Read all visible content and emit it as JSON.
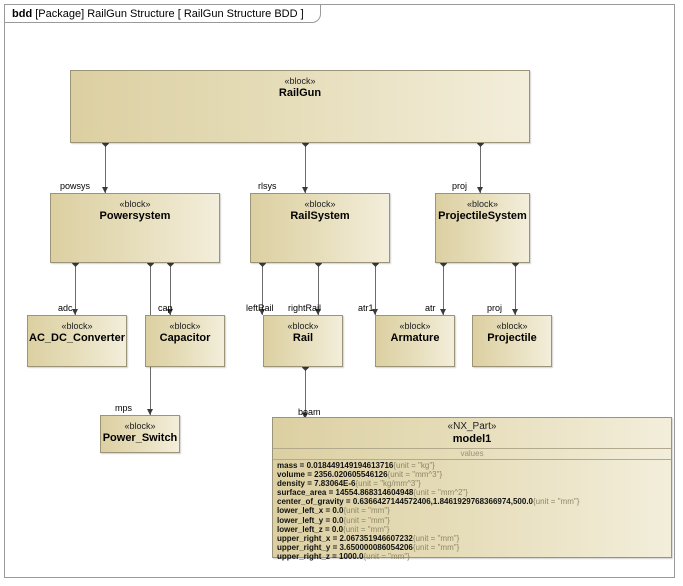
{
  "diagram": {
    "frame_kind": "bdd",
    "frame_type": "[Package]",
    "frame_package": "RailGun Structure",
    "frame_name": "[ RailGun Structure BDD ]",
    "stereotype_block": "«block»",
    "stereotype_nxpart": "«NX_Part»",
    "values_label": "values",
    "accent_fill": "#ddd2a0",
    "border_color": "#9c9478",
    "line_color": "#6b6b6b"
  },
  "blocks": [
    {
      "id": "railgun",
      "stereotype": "«block»",
      "name": "RailGun"
    },
    {
      "id": "powersystem",
      "stereotype": "«block»",
      "name": "Powersystem"
    },
    {
      "id": "railsystem",
      "stereotype": "«block»",
      "name": "RailSystem"
    },
    {
      "id": "projsystem",
      "stereotype": "«block»",
      "name": "ProjectileSystem"
    },
    {
      "id": "acdc",
      "stereotype": "«block»",
      "name": "AC_DC_Converter"
    },
    {
      "id": "capacitor",
      "stereotype": "«block»",
      "name": "Capacitor"
    },
    {
      "id": "rail",
      "stereotype": "«block»",
      "name": "Rail"
    },
    {
      "id": "armature",
      "stereotype": "«block»",
      "name": "Armature"
    },
    {
      "id": "projectile",
      "stereotype": "«block»",
      "name": "Projectile"
    },
    {
      "id": "powerswitch",
      "stereotype": "«block»",
      "name": "Power_Switch"
    },
    {
      "id": "model1",
      "stereotype": "«NX_Part»",
      "name": "model1"
    }
  ],
  "roles": {
    "powsys": "powsys",
    "rlsys": "rlsys",
    "proj_sys": "proj",
    "adc": "adc",
    "cap": "cap",
    "leftRail": "leftRail",
    "rightRail": "rightRail",
    "atr1": "atr1",
    "atr": "atr",
    "proj_part": "proj",
    "mps": "mps",
    "beam": "beam"
  },
  "model1_values": [
    {
      "name": "mass",
      "eq": " = ",
      "value": "0.018449149194613716",
      "unit": "{unit = \"kg\"}"
    },
    {
      "name": "volume",
      "eq": " = ",
      "value": "2356.020605546126",
      "unit": "{unit = \"mm^3\"}"
    },
    {
      "name": "density",
      "eq": " = ",
      "value": "7.83064E-6",
      "unit": "{unit = \"kg/mm^3\"}"
    },
    {
      "name": "surface_area",
      "eq": " = ",
      "value": "14554.868314604948",
      "unit": "{unit = \"mm^2\"}"
    },
    {
      "name": "center_of_gravity",
      "eq": " = ",
      "value": "0.6366427144572406,1.8461929768366974,500.0",
      "unit": "{unit = \"mm\"}"
    },
    {
      "name": "lower_left_x",
      "eq": " = ",
      "value": "0.0",
      "unit": "{unit = \"mm\"}"
    },
    {
      "name": "lower_left_y",
      "eq": " = ",
      "value": "0.0",
      "unit": "{unit = \"mm\"}"
    },
    {
      "name": "lower_left_z",
      "eq": " = ",
      "value": "0.0",
      "unit": "{unit = \"mm\"}"
    },
    {
      "name": "upper_right_x",
      "eq": " = ",
      "value": "2.067351946607232",
      "unit": "{unit = \"mm\"}"
    },
    {
      "name": "upper_right_y",
      "eq": " = ",
      "value": "3.650000086054206",
      "unit": "{unit = \"mm\"}"
    },
    {
      "name": "upper_right_z",
      "eq": " = ",
      "value": "1000.0",
      "unit": "{unit = \"mm\"}"
    }
  ]
}
